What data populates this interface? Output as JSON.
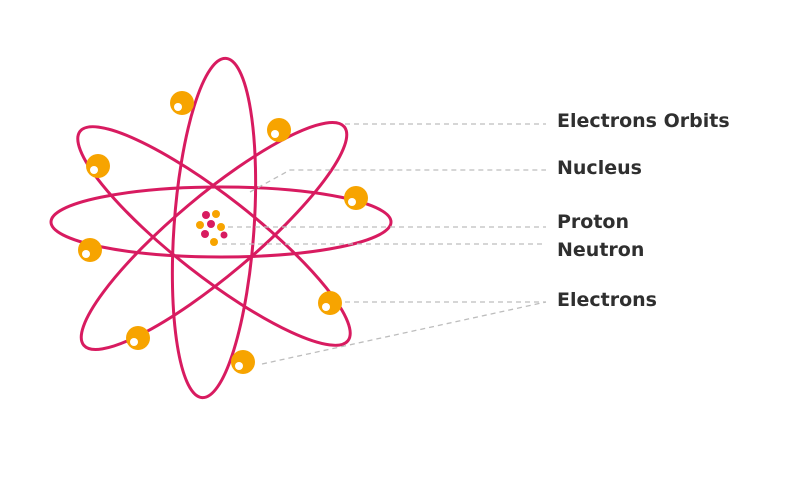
{
  "labels": {
    "electron_orbits": "Electrons Orbits",
    "nucleus": "Nucleus",
    "proton": "Proton",
    "neutron": "Neutron",
    "electrons": "Electrons"
  },
  "colors": {
    "orbit": "#d81b60",
    "electron": "#f7a400",
    "electron_core": "#ffffff",
    "proton": "#d81b60",
    "neutron": "#f7a400",
    "leader_line": "#bdbdbd",
    "label_text": "#2f2f2f"
  }
}
